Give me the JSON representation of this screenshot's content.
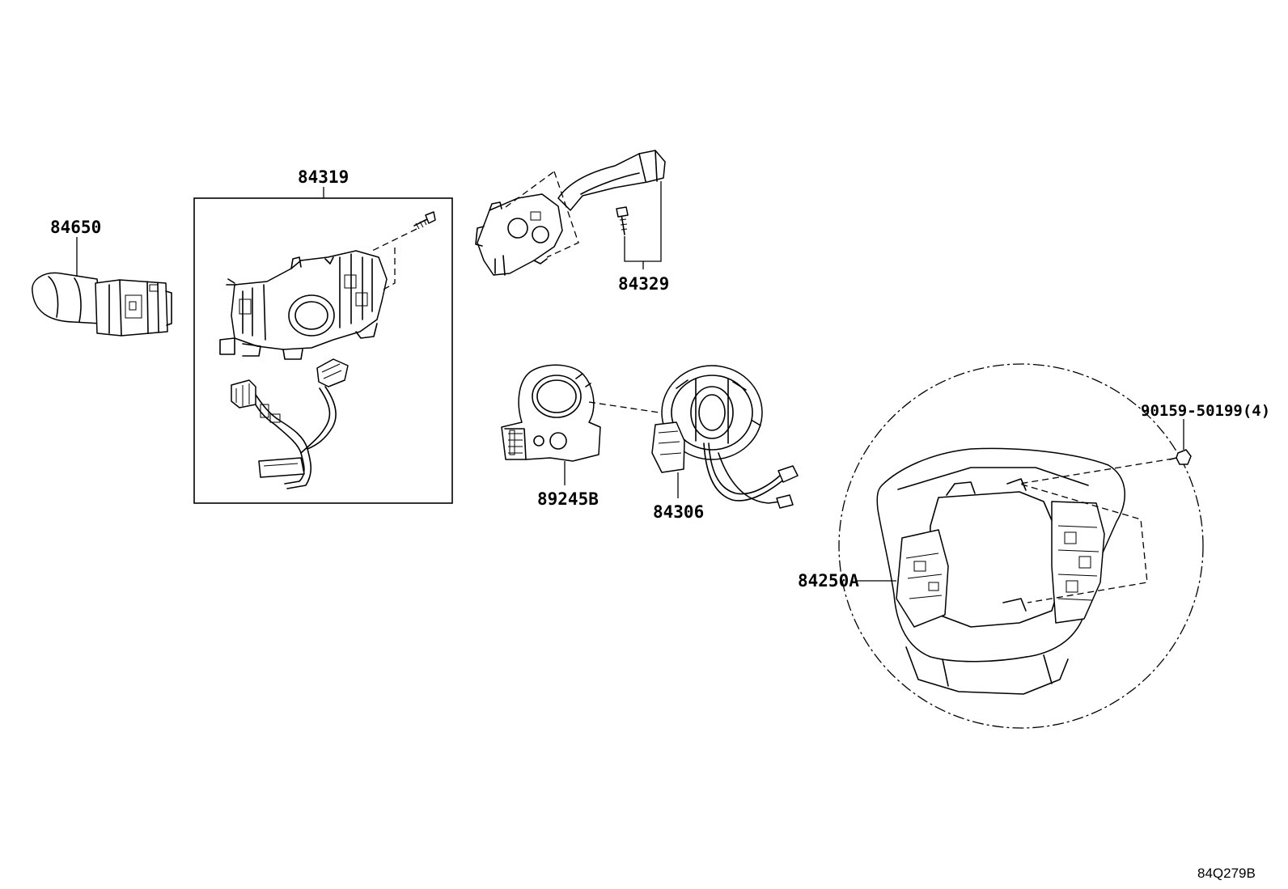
{
  "diagram": {
    "part_labels": {
      "p84650": "84650",
      "p84319": "84319",
      "p84329": "84329",
      "p89245B": "89245B",
      "p84306": "84306",
      "p84250A": "84250A",
      "p90159": "90159-50199(4)"
    },
    "drawing_code": "84Q279B"
  }
}
